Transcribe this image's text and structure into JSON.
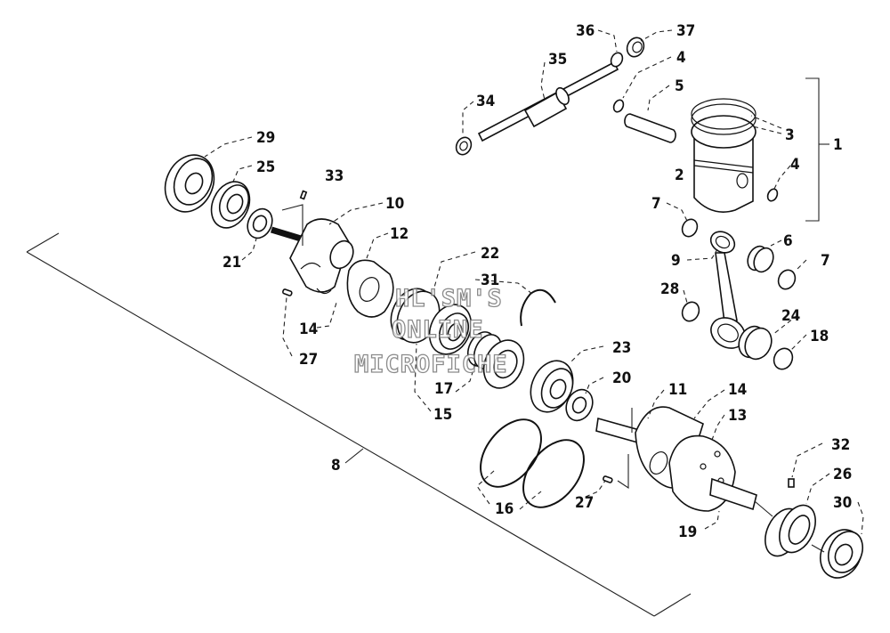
{
  "labels": {
    "l1": "1",
    "l2": "2",
    "l3": "3",
    "l4a": "4",
    "l4b": "4",
    "l5": "5",
    "l6": "6",
    "l7a": "7",
    "l7b": "7",
    "l8": "8",
    "l9": "9",
    "l10": "10",
    "l11": "11",
    "l12": "12",
    "l13": "13",
    "l14a": "14",
    "l14b": "14",
    "l15": "15",
    "l16": "16",
    "l17": "17",
    "l18": "18",
    "l19": "19",
    "l20": "20",
    "l21": "21",
    "l22": "22",
    "l23": "23",
    "l24": "24",
    "l25": "25",
    "l26": "26",
    "l27a": "27",
    "l27b": "27",
    "l28": "28",
    "l29": "29",
    "l30": "30",
    "l31": "31",
    "l32": "32",
    "l33": "33",
    "l34": "34",
    "l35": "35",
    "l36": "36",
    "l37": "37"
  },
  "watermark": {
    "line1": "HL'SM'S",
    "line2": "ONLINE",
    "line3": "MICROFICHE"
  }
}
